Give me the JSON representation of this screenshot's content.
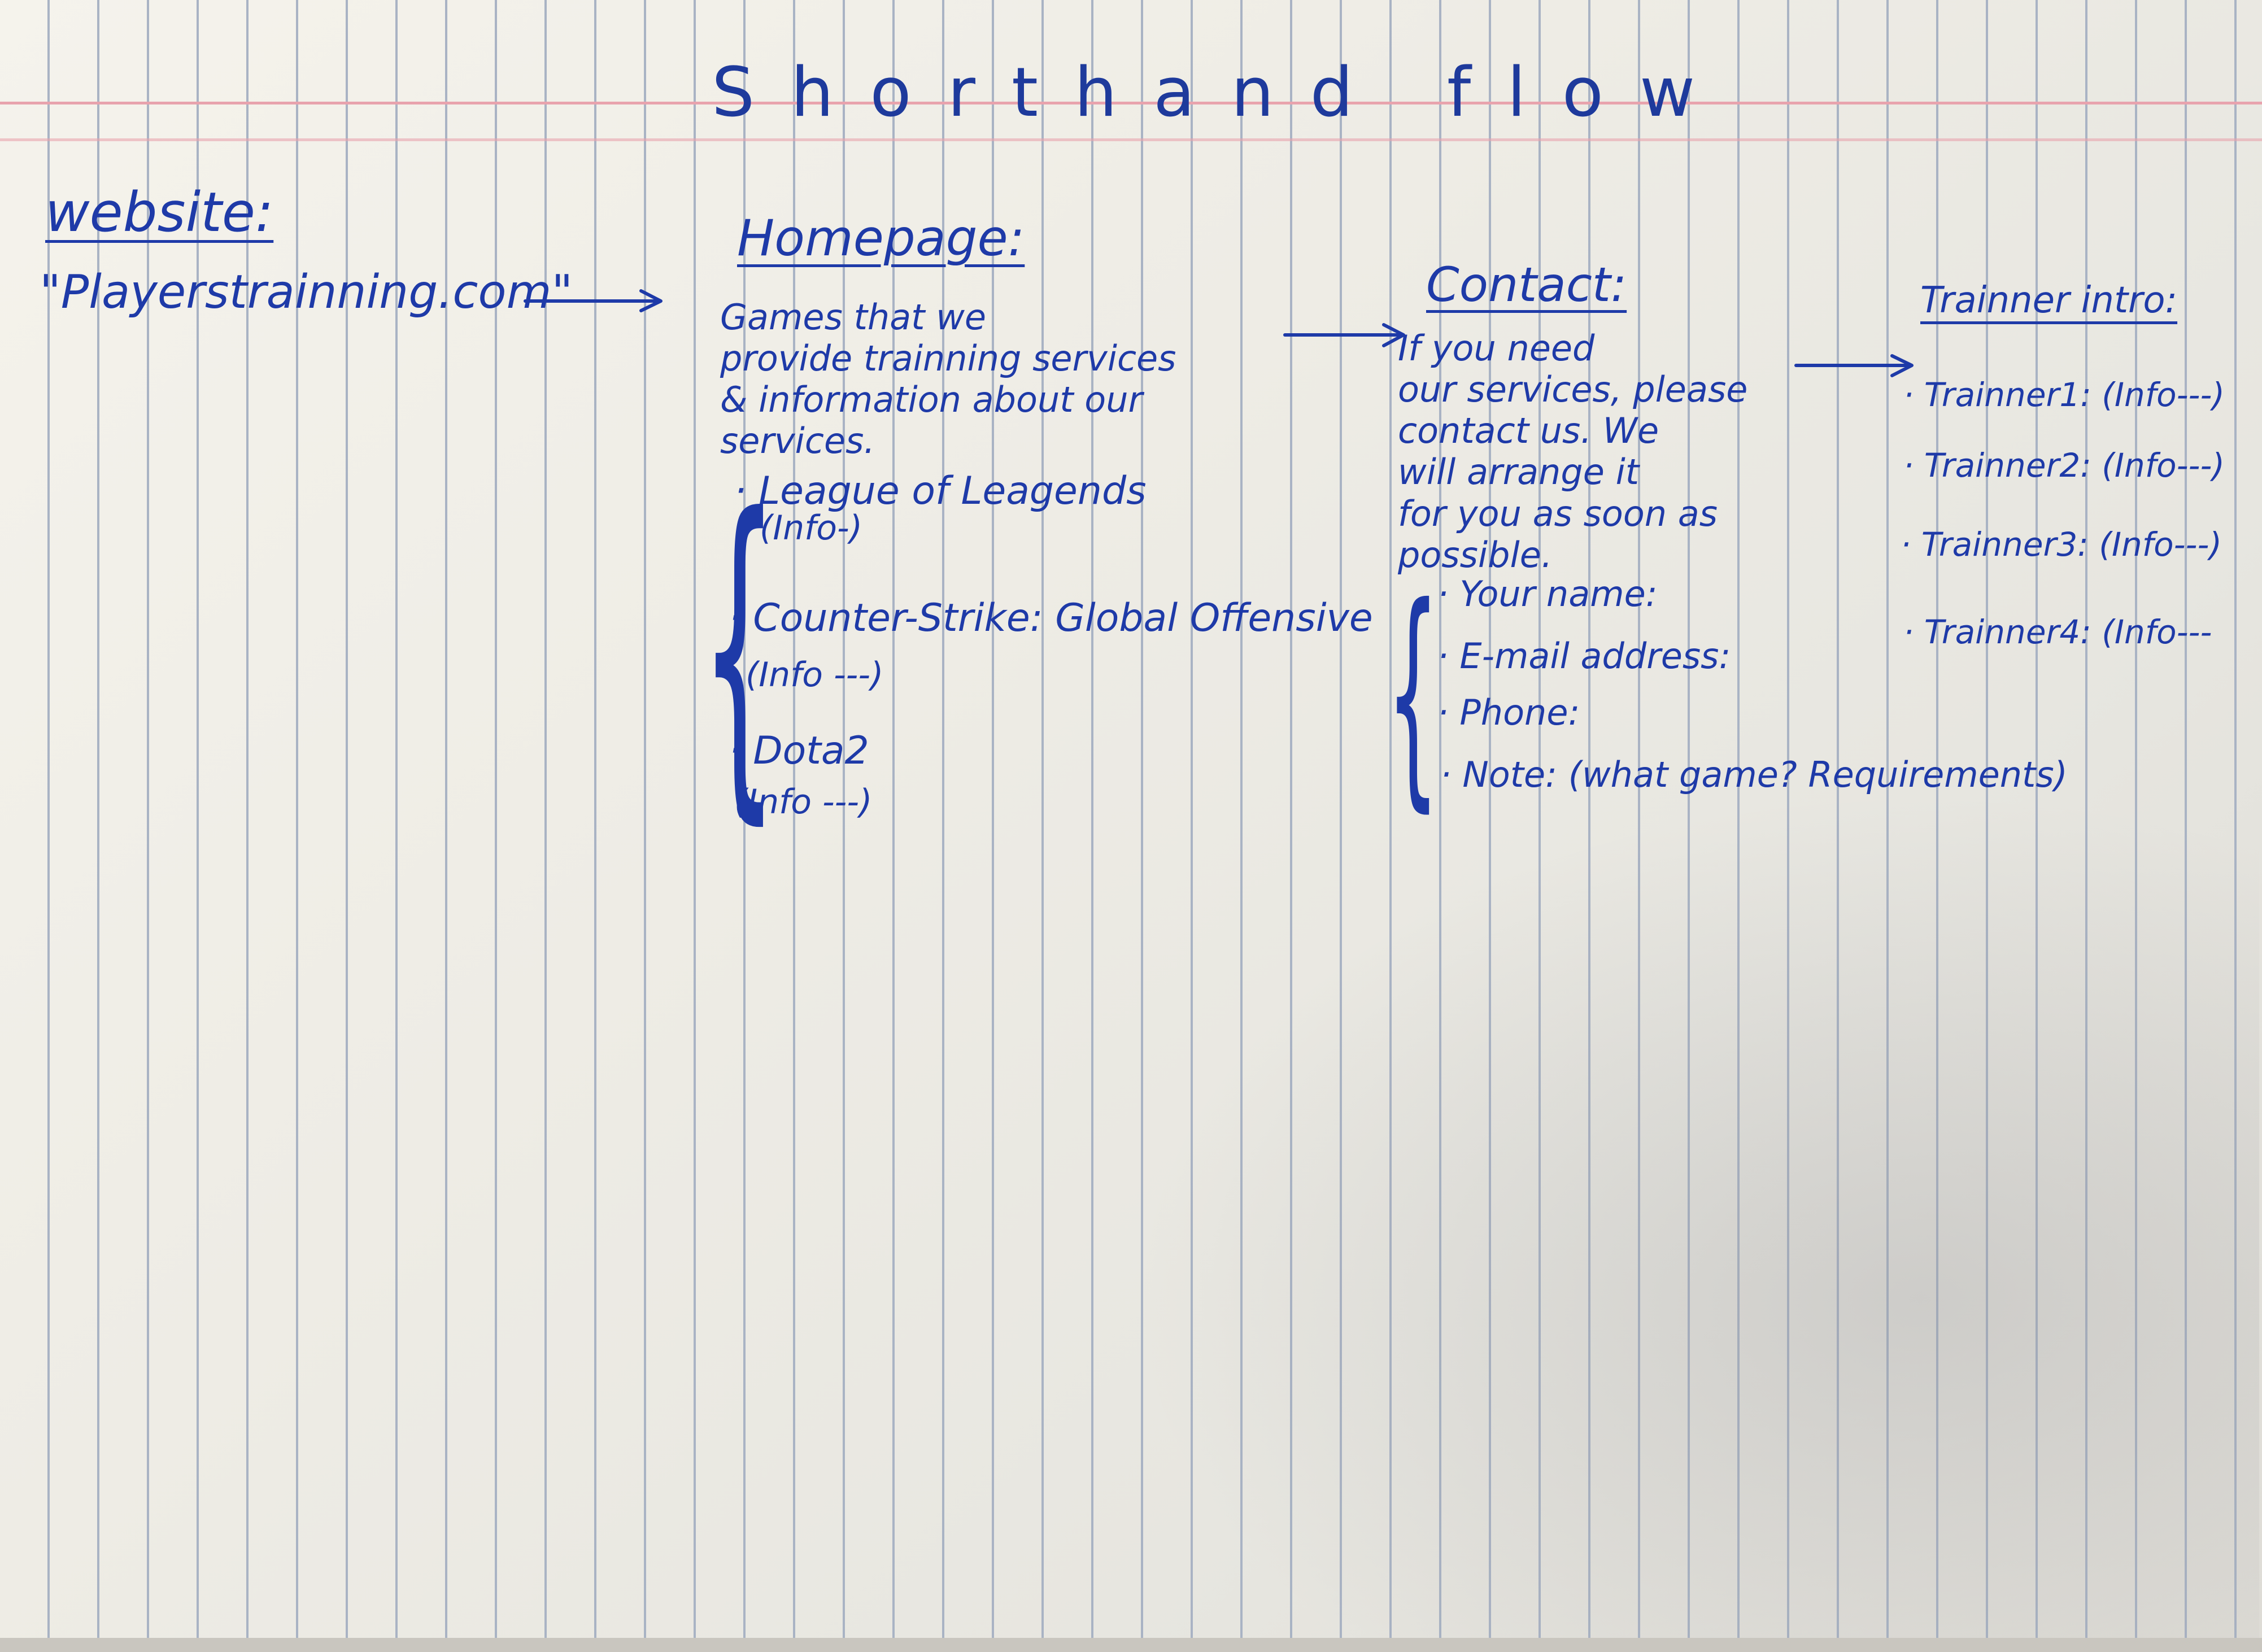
{
  "title": "Shorthand flow",
  "website": {
    "heading": "website:",
    "url": "\"Playerstrainning.com\""
  },
  "homepage": {
    "heading": "Homepage:",
    "description": [
      "Games that we",
      "provide trainning services",
      "& information about our",
      "services."
    ],
    "games": [
      {
        "name": "· League of Leagends",
        "info": "(Info-)"
      },
      {
        "name": "· Counter-Strike: Global Offensive",
        "info": "(Info ---)"
      },
      {
        "name": "· Dota2",
        "info": "(Info ---)"
      }
    ]
  },
  "contact": {
    "heading": "Contact:",
    "description": [
      "If you need",
      "our services, please",
      "contact us. We",
      "will arrange it",
      "for you as soon as",
      "possible."
    ],
    "fields": [
      "· Your name:",
      "· E-mail address:",
      "· Phone:",
      "· Note: (what game? Requirements)"
    ]
  },
  "trainer_intro": {
    "heading": "Trainner intro:",
    "trainers": [
      "· Trainner1: (Info---)",
      "· Trainner2: (Info---)",
      "· Trainner3: (Info---)",
      "· Trainner4: (Info---"
    ]
  },
  "colors": {
    "ink": "#1e3aa8",
    "paper": "#f3f1ea",
    "rule_lines": "#a9b3c4",
    "margin_line": "#e8a3ad"
  }
}
